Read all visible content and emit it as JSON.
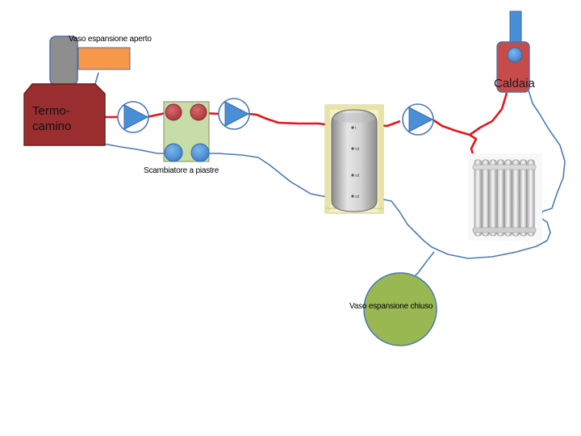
{
  "labels": {
    "open_expansion_tank": "Vaso espansione aperto",
    "termocamino_line1": "Termo-",
    "termocamino_line2": "camino",
    "plate_exchanger": "Scambiatore a piastre",
    "boiler": "Caldaia",
    "closed_expansion_tank": "Vaso espansione chiuso"
  },
  "colors": {
    "hot_pipe": "#e8141b",
    "cold_pipe": "#4a7ab5",
    "termocamino": "#9a2e2e",
    "exchanger": "#c8dca8",
    "exchanger_hot_port": "#c0464b",
    "exchanger_cold_port": "#4a90d8",
    "pump": "#4a8fd6",
    "open_tank_body": "#8e8e8e",
    "open_tank_orange": "#f7974a",
    "boiler": "#c84b4b",
    "closed_tank": "#99b852",
    "storage_frame": "#ece9b6"
  },
  "icons": {
    "pump": "circulation-pump-icon",
    "radiator": "radiator-icon",
    "storage_tank": "storage-tank-icon"
  }
}
